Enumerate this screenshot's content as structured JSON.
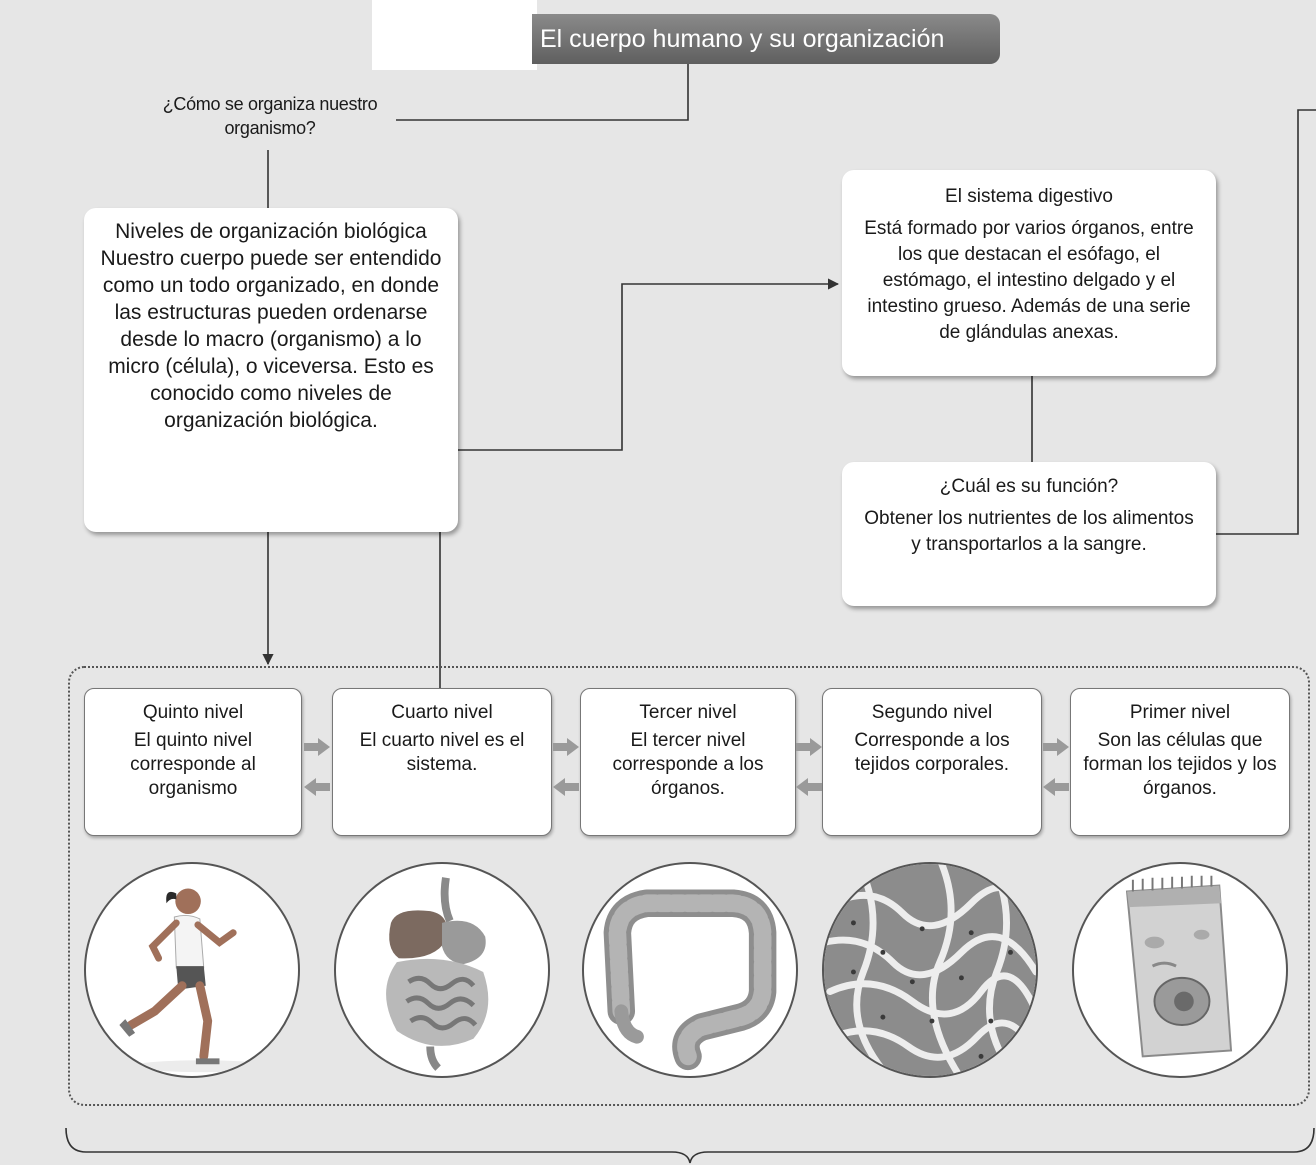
{
  "title": "El cuerpo humano y su organización",
  "question": "¿Cómo se organiza nuestro organismo?",
  "levels_card": {
    "title": "Niveles de organización biológica",
    "body": "Nuestro cuerpo puede ser entendido como un todo organizado, en donde las estructuras pueden ordenarse desde lo macro (organismo) a lo micro (célula), o viceversa. Esto es conocido como niveles de organización biológica."
  },
  "digestive_card": {
    "title": "El sistema digestivo",
    "body": "Está formado por varios órganos, entre los que destacan el esófago, el estómago, el intestino delgado y el intestino grueso. Además de una serie de glándulas anexas."
  },
  "function_card": {
    "title": "¿Cuál es su función?",
    "body": "Obtener los nutrientes de los alimentos y transportarlos a la sangre."
  },
  "levels": [
    {
      "title": "Quinto nivel",
      "body": "El quinto nivel corresponde al organismo",
      "image": "runner-illustration"
    },
    {
      "title": "Cuarto nivel",
      "body": "El cuarto nivel es el sistema.",
      "image": "digestive-system-illustration"
    },
    {
      "title": "Tercer nivel",
      "body": "El tercer nivel corresponde a los órganos.",
      "image": "large-intestine-illustration"
    },
    {
      "title": "Segundo nivel",
      "body": "Corresponde a los tejidos corporales.",
      "image": "tissue-illustration"
    },
    {
      "title": "Primer nivel",
      "body": "Son las células que forman los tejidos y los órganos.",
      "image": "cell-illustration"
    }
  ],
  "colors": {
    "background": "#e6e6e6",
    "title_bar": "#6e6e6e",
    "card": "#ffffff",
    "arrow": "#9a9a9a",
    "line": "#333333"
  }
}
